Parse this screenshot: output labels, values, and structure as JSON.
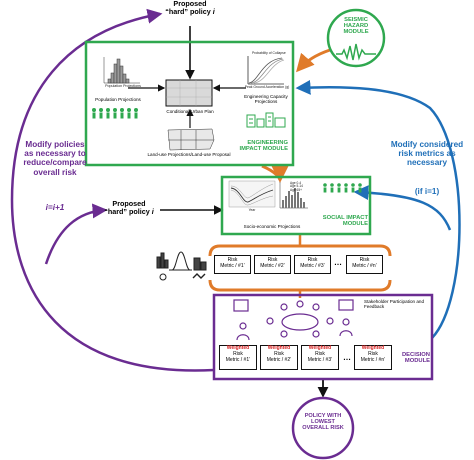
{
  "colors": {
    "engineering_green": "#2fa84f",
    "seismic_green": "#2fa84f",
    "social_green": "#2fa84f",
    "decision_purple": "#6a2c91",
    "outcome_purple": "#6a2c91",
    "loop_purple": "#6a2c91",
    "risk_blue": "#1f6fb8",
    "flow_orange": "#e07b2a",
    "weighted_red": "#d61f1f"
  },
  "top_policy": {
    "line1": "Proposed",
    "line2": "“hard” policy ",
    "var": "i"
  },
  "mid_policy": {
    "line1": "Proposed",
    "line2": "“hard” policy ",
    "var": "i"
  },
  "seismic": {
    "title": "SEISMIC HAZARD MODULE"
  },
  "engineering": {
    "title": "ENGINEERING IMPACT MODULE",
    "population": "Population Projections",
    "pop_axis": "Population Projections",
    "urban_plan": "Conditional Urban Plan",
    "capacity": "Engineering Capacity Projections",
    "fragility_axis_y": "Probability of Collapse",
    "fragility_axis_x": "Peak Ground Acceleration (g)",
    "landuse": "Land-use Projections/Land-use Proposal"
  },
  "social": {
    "title": "SOCIAL IMPACT MODULE",
    "socio": "Socio-economic Projections",
    "year_axis": "Year",
    "legend": [
      "Age 0-4",
      "Age 5-14",
      "Age 65+"
    ]
  },
  "risk_metrics": [
    {
      "word": "Risk",
      "label": "Metric / #1’"
    },
    {
      "word": "Risk",
      "label": "Metric / #2’"
    },
    {
      "word": "Risk",
      "label": "Metric / #3’"
    },
    {
      "word": "Risk",
      "label": "Metric / #n’"
    }
  ],
  "ellipsis": "…",
  "stakeholder": "Stakeholder Participation and Feedback",
  "decision": {
    "title": "DECISION MODULE"
  },
  "weighted_metrics": [
    {
      "w": "Weighted",
      "word": "Risk",
      "label": "Metric / #1’"
    },
    {
      "w": "Weighted",
      "word": "Risk",
      "label": "Metric / #2’"
    },
    {
      "w": "Weighted",
      "word": "Risk",
      "label": "Metric / #3’"
    },
    {
      "w": "Weighted",
      "word": "Risk",
      "label": "Metric / #n’"
    }
  ],
  "outcome": "POLICY WITH LOWEST OVERALL RISK",
  "left_loop": {
    "text": "Modify policies as necessary to reduce/compare overall risk",
    "counter": "i=i+1"
  },
  "right_loop": {
    "text": "Modify considered risk metrics as necessary",
    "condition": "(if i=1)"
  }
}
